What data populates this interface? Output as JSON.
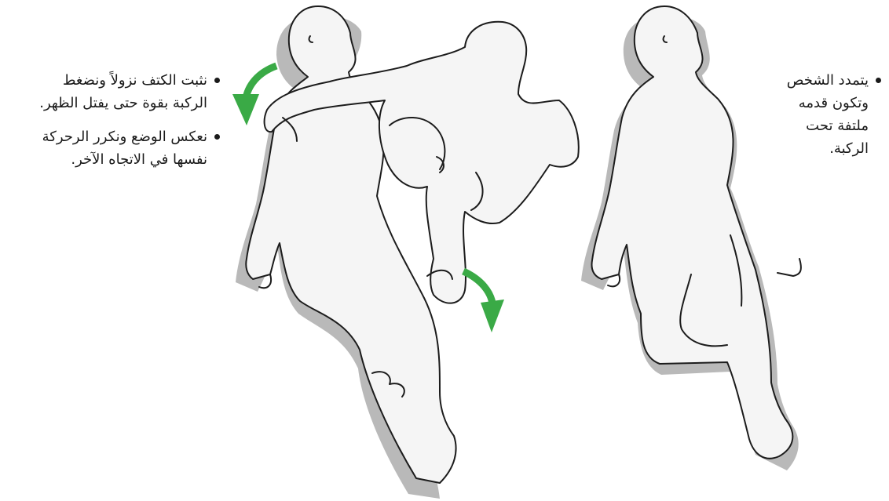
{
  "captions": {
    "left": [
      "نثبت الكتف نزولاً ونضغط\nالركبة بقوة حتى يفتل الظهر.",
      "نعكس الوضع ونكرر الرحركة\nنفسها في الاتجاه الآخر."
    ],
    "right": [
      "يتمدد الشخص\nوتكون قدمه\nملتفة تحت\nالركبة."
    ]
  },
  "colors": {
    "arrow": "#3aaa46",
    "outline": "#1c1c1c",
    "figure_fill": "#f5f5f5",
    "shadow": "#b9b9b9"
  },
  "icons": [
    "curved-arrow-icon",
    "curved-arrow-icon"
  ]
}
